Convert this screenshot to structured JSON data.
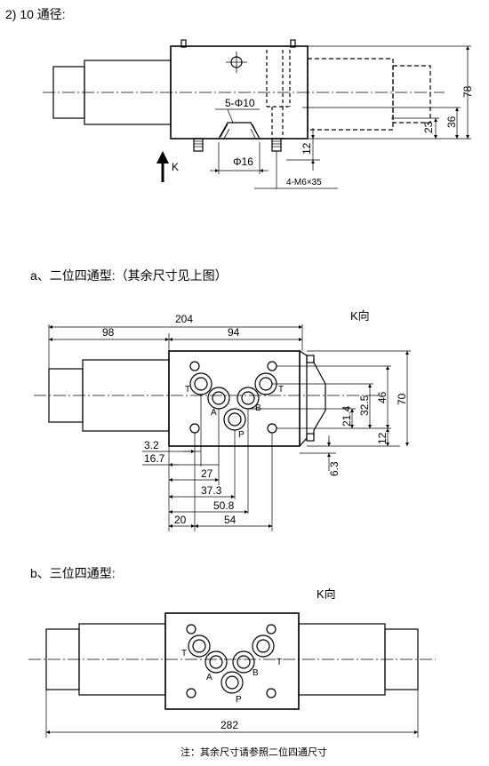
{
  "section1": {
    "title": "2) 10 通径:",
    "dims": {
      "d1": "78",
      "d2": "36",
      "d3": "23",
      "d4": "12",
      "phi10": "5-Φ10",
      "phi16": "Φ16",
      "m6": "4-M6×35"
    },
    "k_label": "K"
  },
  "section2": {
    "title": "a、二位四通型:（其余尺寸见上图）",
    "k_view": "K向",
    "dims": {
      "total": "204",
      "left": "98",
      "right": "94",
      "v70": "70",
      "v46": "46",
      "v32_5": "32.5",
      "v21_4": "21.4",
      "v12": "12",
      "v6_3": "6.3",
      "h3_2": "3.2",
      "h16_7": "16.7",
      "h27": "27",
      "h37_3": "37.3",
      "h50_8": "50.8",
      "h20": "20",
      "h54": "54"
    },
    "ports": {
      "t1": "T",
      "t2": "T",
      "a": "A",
      "b": "B",
      "p": "P"
    }
  },
  "section3": {
    "title": "b、三位四通型:",
    "k_view": "K向",
    "dims": {
      "total": "282"
    },
    "ports": {
      "t1": "T",
      "t2": "T",
      "a": "A",
      "b": "B",
      "p": "P"
    }
  },
  "note": "注：其余尺寸请参照二位四通尺寸"
}
